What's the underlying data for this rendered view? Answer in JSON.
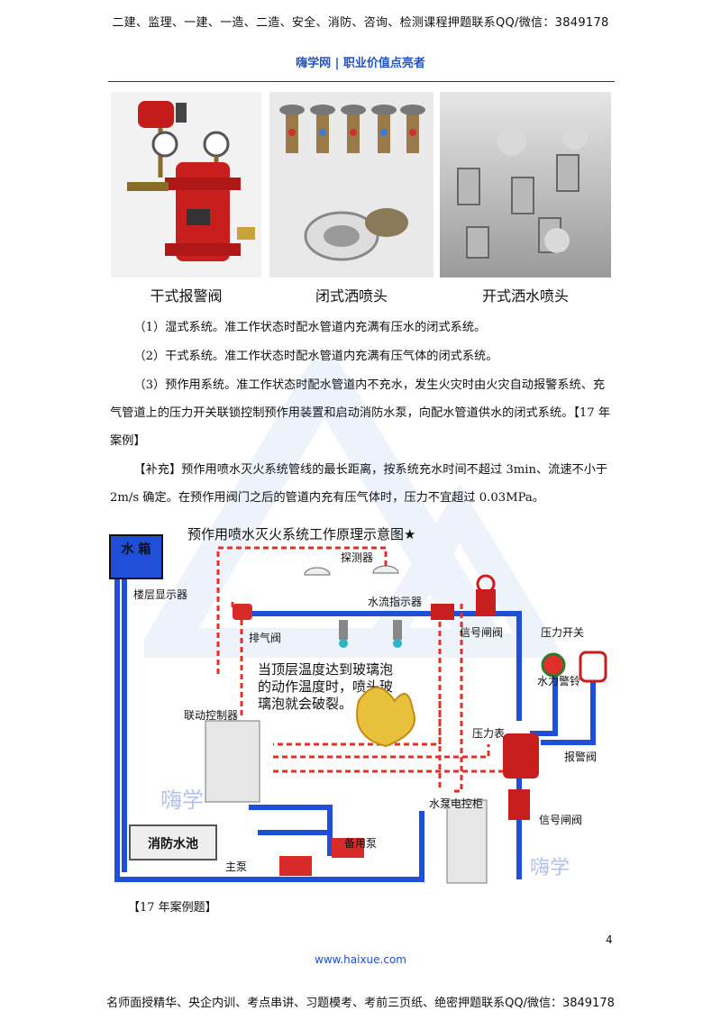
{
  "header": {
    "banner": "二建、监理、一建、一造、二造、安全、消防、咨询、检测课程押题联系QQ/微信：3849178",
    "site_line": "嗨学网 | 职业价值点亮者"
  },
  "photos": [
    {
      "caption": "干式报警阀"
    },
    {
      "caption": "闭式洒喷头"
    },
    {
      "caption": "开式洒水喷头"
    }
  ],
  "paragraphs": {
    "p1": "（1）湿式系统。准工作状态时配水管道内充满有压水的闭式系统。",
    "p2": "（2）干式系统。准工作状态时配水管道内充满有压气体的闭式系统。",
    "p3": "（3）预作用系统。准工作状态时配水管道内不充水，发生火灾时由火灾自动报警系统、充气管道上的压力开关联锁控制预作用装置和启动消防水泵，向配水管道供水的闭式系统。【17 年案例】",
    "p4": "【补充】预作用喷水灭火系统管线的最长距离，按系统充水时间不超过 3min、流速不小于 2m/s 确定。在预作用阀门之后的管道内充有压气体时，压力不宜超过 0.03MPa。"
  },
  "diagram": {
    "title": "预作用喷水灭火系统工作原理示意图★",
    "water_tank": "水 箱",
    "floor_display": "楼层显示器",
    "detector": "探测器",
    "flow_indicator": "水流指示器",
    "exhaust_valve": "排气阀",
    "signal_valve_top": "信号闸阀",
    "pressure_switch": "压力开关",
    "water_bell": "水力警铃",
    "linkage_controller": "联动控制器",
    "pressure_gauge": "压力表",
    "alarm_valve": "报警阀",
    "signal_valve_bottom": "信号闸阀",
    "pump_cabinet": "水泵电控柜",
    "fire_pool": "消防水池",
    "standby_pump": "备用泵",
    "main_pump": "主泵",
    "note": "当顶层温度达到玻璃泡的动作温度时，喷头玻璃泡就会破裂。",
    "logo_text": "嗨学",
    "logo_text_right": "嗨学"
  },
  "case_heading": "【17 年案例题】",
  "footer": {
    "page_number": "4",
    "url": "www.haixue.com",
    "banner": "名师面授精华、央企内训、考点串讲、习题模考、考前三页纸、绝密押题联系QQ/微信：3849178"
  },
  "colors": {
    "pipe": "#1f4fd8",
    "signal": "#e0302a",
    "site": "#2453c4",
    "valve": "#c81e1e"
  }
}
